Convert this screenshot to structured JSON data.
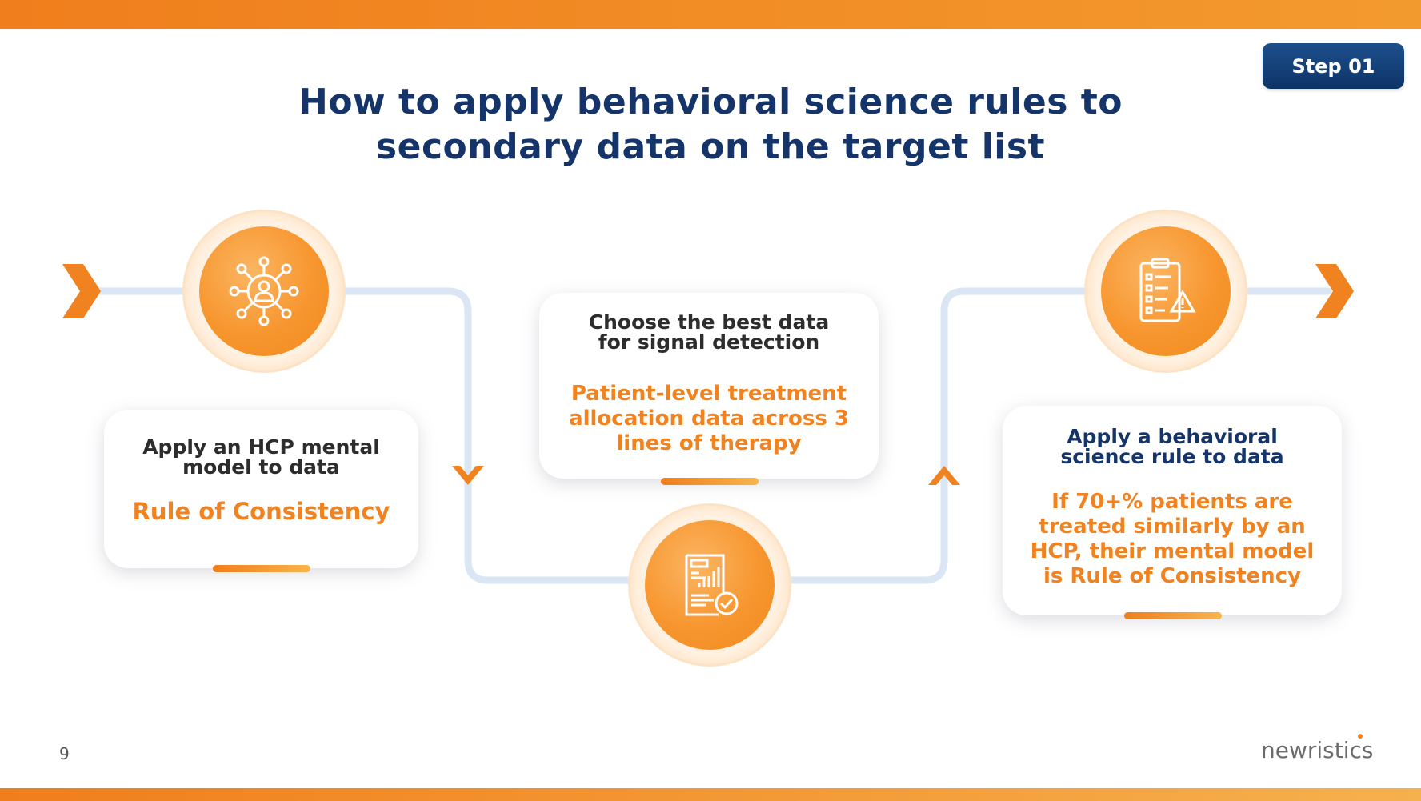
{
  "slide": {
    "step_badge": "Step 01",
    "title_line1": "How to apply behavioral science rules to",
    "title_line2": "secondary data on the target list",
    "page_number": "9",
    "logo_text": "newristics"
  },
  "steps": [
    {
      "heading": "Apply an HCP mental model to data",
      "heading_line1": "Apply an HCP mental",
      "heading_line2": "model to data",
      "body_lines": [
        "Rule of Consistency"
      ],
      "icon": "network-person-icon"
    },
    {
      "heading_line1": "Choose the best data",
      "heading_line2": "for signal detection",
      "body_lines": [
        "Patient-level treatment",
        "allocation data across 3",
        "lines of therapy"
      ],
      "icon": "report-check-icon"
    },
    {
      "heading_line1": "Apply a behavioral",
      "heading_line2": "science rule to data",
      "body_lines": [
        "If 70+% patients are",
        "treated similarly by an",
        "HCP, their mental model",
        "is Rule of Consistency"
      ],
      "icon": "checklist-alert-icon"
    }
  ],
  "colors": {
    "orange": "#f08320",
    "navy": "#15356a",
    "path": "#dbe6f5"
  }
}
